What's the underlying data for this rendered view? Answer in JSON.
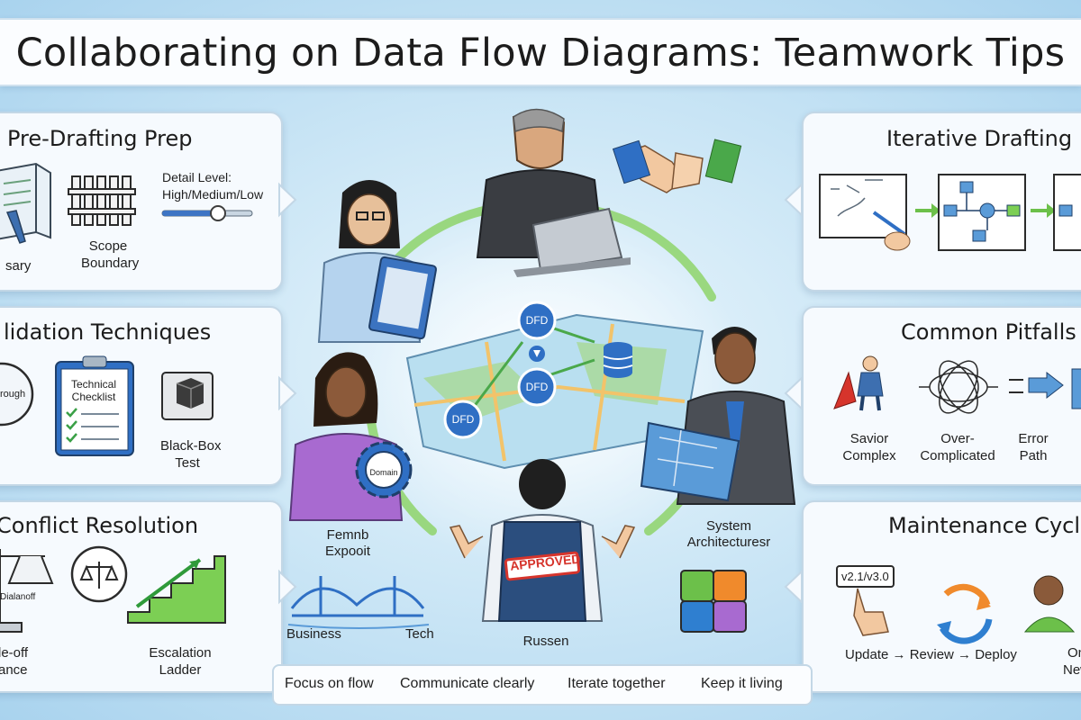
{
  "title": "Collaborating on Data Flow Diagrams: Teamwork Tips",
  "panels": {
    "pre_drafting": {
      "title": "Pre-Drafting Prep",
      "items": [
        "sary",
        "Scope",
        "Boundary",
        "Detail Level:",
        "High/Medium/Low"
      ]
    },
    "validation": {
      "title": "lidation Techniques",
      "items": [
        "rough",
        "Technical",
        "Checklist",
        "Black-Box",
        "Test"
      ]
    },
    "conflict": {
      "title": "Conflict Resolution",
      "items": [
        "Dialanoff",
        "le-off",
        "ance",
        "Escalation",
        "Ladder"
      ]
    },
    "iterative": {
      "title": "Iterative Drafting"
    },
    "pitfalls": {
      "title": "Common Pitfalls",
      "items": [
        "Savior",
        "Complex",
        "Over-",
        "Complicated",
        "Error",
        "Path"
      ]
    },
    "maintenance": {
      "title": "Maintenance Cycl",
      "items": [
        "v2.1/v3.0",
        "Update → Review → Deploy",
        "On",
        "New"
      ]
    }
  },
  "center": {
    "dfd_labels": [
      "DFD",
      "DFD",
      "DFD"
    ],
    "domain_label": "Domain",
    "approved_label": "APPROVED",
    "people": [
      "Femnb",
      "Expooit",
      "System",
      "Architecturesr",
      "Russen"
    ],
    "bridge": [
      "Business",
      "Tech"
    ]
  },
  "tips": [
    "Focus on flow",
    "Communicate clearly",
    "Iterate together",
    "Keep it living"
  ],
  "colors": {
    "accent_blue": "#2f6fc4",
    "accent_green": "#5cb84a",
    "panel_border": "#c3d7e6"
  }
}
